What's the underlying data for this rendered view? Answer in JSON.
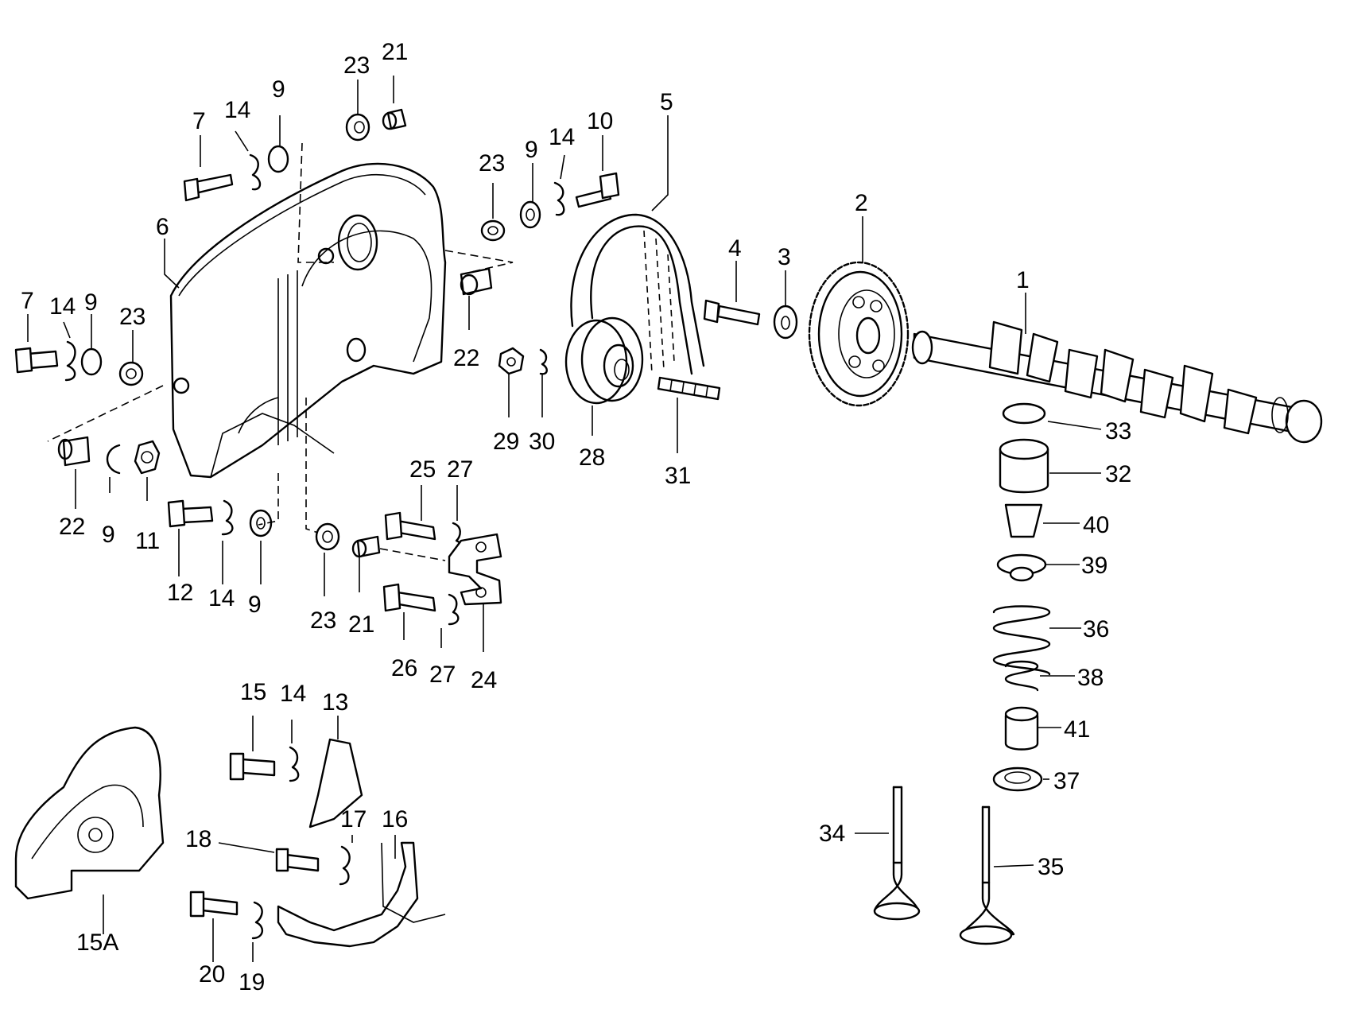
{
  "callouts": [
    {
      "id": "c1",
      "text": "1"
    },
    {
      "id": "c2",
      "text": "2"
    },
    {
      "id": "c3",
      "text": "3"
    },
    {
      "id": "c4",
      "text": "4"
    },
    {
      "id": "c5",
      "text": "5"
    },
    {
      "id": "c6",
      "text": "6"
    },
    {
      "id": "c7a",
      "text": "7"
    },
    {
      "id": "c7b",
      "text": "7"
    },
    {
      "id": "c9a",
      "text": "9"
    },
    {
      "id": "c9b",
      "text": "9"
    },
    {
      "id": "c9c",
      "text": "9"
    },
    {
      "id": "c9d",
      "text": "9"
    },
    {
      "id": "c9e",
      "text": "9"
    },
    {
      "id": "c10",
      "text": "10"
    },
    {
      "id": "c11",
      "text": "11"
    },
    {
      "id": "c12",
      "text": "12"
    },
    {
      "id": "c13",
      "text": "13"
    },
    {
      "id": "c14a",
      "text": "14"
    },
    {
      "id": "c14b",
      "text": "14"
    },
    {
      "id": "c14c",
      "text": "14"
    },
    {
      "id": "c14d",
      "text": "14"
    },
    {
      "id": "c14e",
      "text": "14"
    },
    {
      "id": "c15",
      "text": "15"
    },
    {
      "id": "c15A",
      "text": "15A"
    },
    {
      "id": "c16",
      "text": "16"
    },
    {
      "id": "c17",
      "text": "17"
    },
    {
      "id": "c18",
      "text": "18"
    },
    {
      "id": "c19",
      "text": "19"
    },
    {
      "id": "c20",
      "text": "20"
    },
    {
      "id": "c21a",
      "text": "21"
    },
    {
      "id": "c21b",
      "text": "21"
    },
    {
      "id": "c22a",
      "text": "22"
    },
    {
      "id": "c22b",
      "text": "22"
    },
    {
      "id": "c23a",
      "text": "23"
    },
    {
      "id": "c23b",
      "text": "23"
    },
    {
      "id": "c23c",
      "text": "23"
    },
    {
      "id": "c23d",
      "text": "23"
    },
    {
      "id": "c24",
      "text": "24"
    },
    {
      "id": "c25",
      "text": "25"
    },
    {
      "id": "c26",
      "text": "26"
    },
    {
      "id": "c27a",
      "text": "27"
    },
    {
      "id": "c27b",
      "text": "27"
    },
    {
      "id": "c28",
      "text": "28"
    },
    {
      "id": "c29",
      "text": "29"
    },
    {
      "id": "c30",
      "text": "30"
    },
    {
      "id": "c31",
      "text": "31"
    },
    {
      "id": "c32",
      "text": "32"
    },
    {
      "id": "c33",
      "text": "33"
    },
    {
      "id": "c34",
      "text": "34"
    },
    {
      "id": "c35",
      "text": "35"
    },
    {
      "id": "c36",
      "text": "36"
    },
    {
      "id": "c37",
      "text": "37"
    },
    {
      "id": "c38",
      "text": "38"
    },
    {
      "id": "c39",
      "text": "39"
    },
    {
      "id": "c40",
      "text": "40"
    },
    {
      "id": "c41",
      "text": "41"
    }
  ]
}
